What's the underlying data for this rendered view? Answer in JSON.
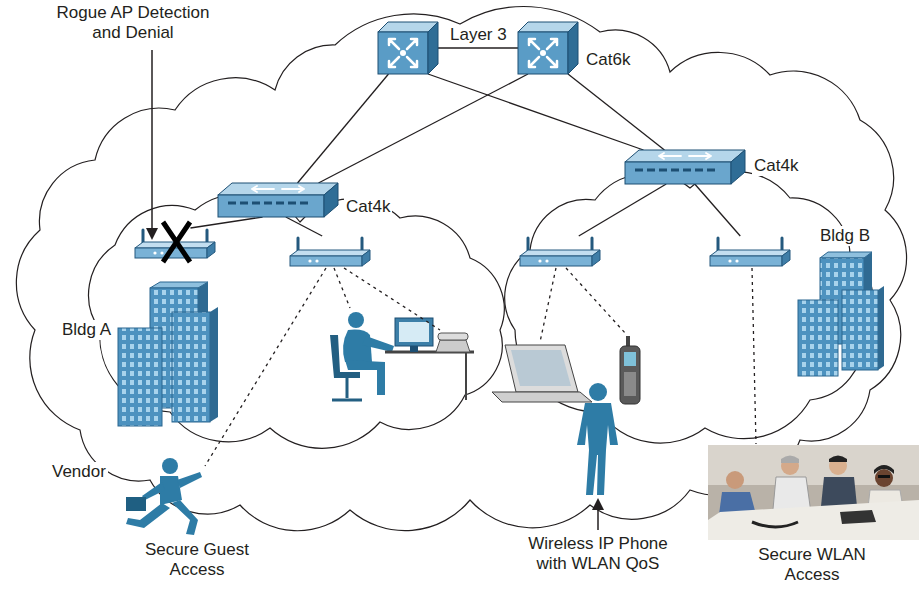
{
  "diagram": {
    "nodes": [
      {
        "text": []
      },
      {
        "text": [
          "Cat6k"
        ]
      },
      {
        "text": [
          "Cat4k"
        ]
      },
      {
        "text": [
          "Cat4k"
        ]
      },
      {
        "text": []
      },
      {
        "text": []
      },
      {
        "text": []
      },
      {
        "text": []
      }
    ],
    "edges": [
      {
        "from": 0,
        "to": 1,
        "label": "Layer 3",
        "arrow": "none"
      },
      {
        "from": 0,
        "to": 2,
        "arrow": "none"
      },
      {
        "from": 0,
        "to": 3,
        "arrow": "none"
      },
      {
        "from": 1,
        "to": 2,
        "arrow": "none"
      },
      {
        "from": 1,
        "to": 3,
        "arrow": "none"
      },
      {
        "from": 2,
        "to": 4,
        "arrow": "none"
      },
      {
        "from": 2,
        "to": 5,
        "arrow": "none"
      },
      {
        "from": 3,
        "to": 6,
        "arrow": "none"
      },
      {
        "from": 3,
        "to": 7,
        "arrow": "none"
      }
    ],
    "labels": [
      "Rogue AP Detection and Denial",
      "Bldg A",
      "Bldg B",
      "Vendor",
      "Secure Guest Access",
      "Wireless IP Phone with WLAN QoS",
      "Secure WLAN Access"
    ]
  }
}
